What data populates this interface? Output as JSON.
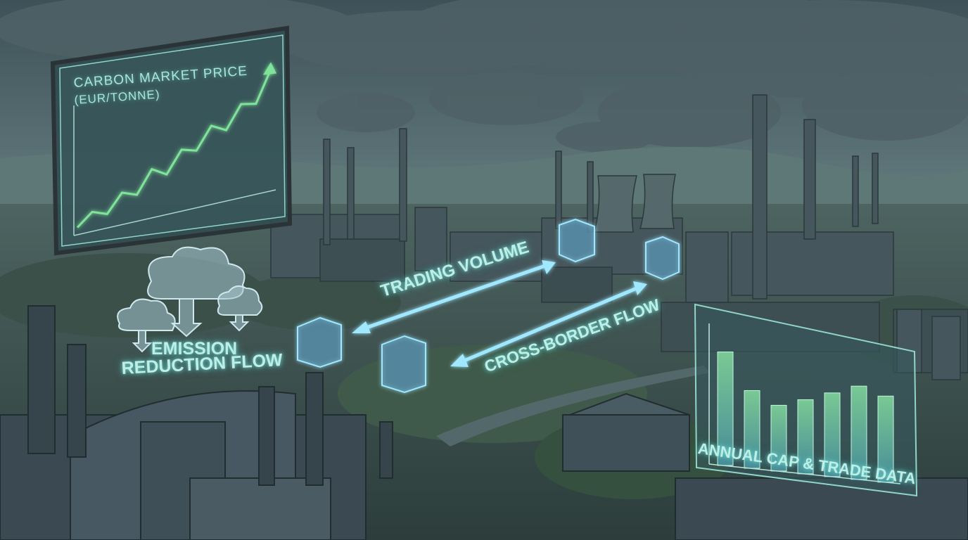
{
  "price_panel": {
    "title": "CARBON MARKET PRICE",
    "unit": "(EUR/TONNE)",
    "trend": [
      0.05,
      0.18,
      0.12,
      0.3,
      0.24,
      0.45,
      0.36,
      0.55,
      0.5,
      0.68,
      0.6,
      0.78,
      0.74,
      0.98
    ]
  },
  "flows": {
    "emission_line1": "EMISSION",
    "emission_line2": "REDUCTION FLOW",
    "trading": "TRADING VOLUME",
    "cross_border": "CROSS-BORDER FLOW"
  },
  "cap_panel": {
    "title": "ANNUAL CAP & TRADE DATA",
    "bar_levels": [
      0.95,
      0.65,
      0.55,
      0.62,
      0.7,
      0.78,
      0.72
    ]
  },
  "colors": {
    "glow": "#8ff0e6",
    "accent_green": "#7fe39a",
    "smoke": "#56656a"
  }
}
